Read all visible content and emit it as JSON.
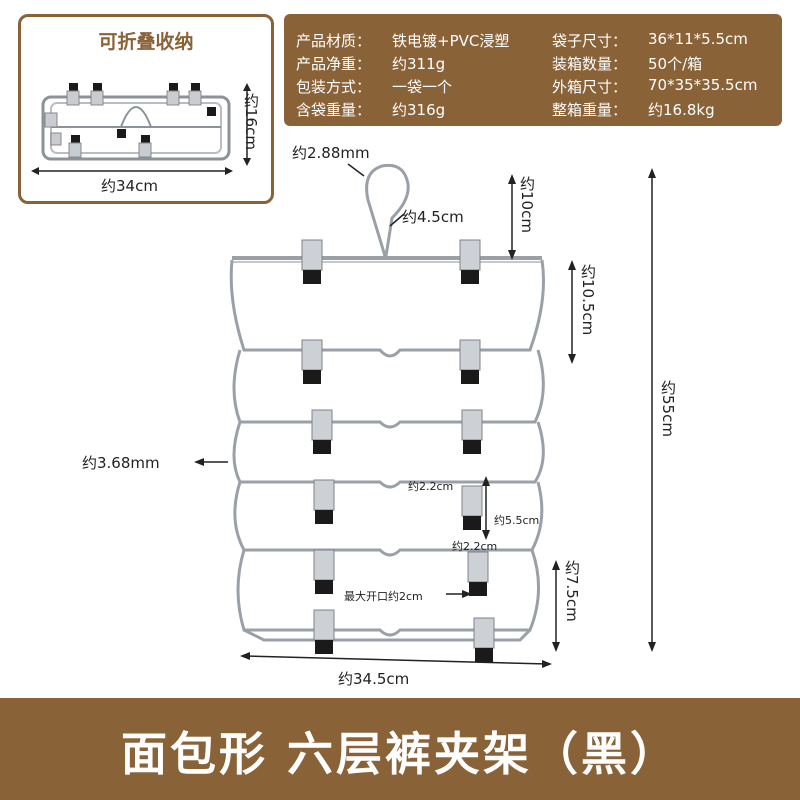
{
  "fold_section": {
    "title": "可折叠收纳",
    "height_label": "约16cm",
    "width_label": "约34cm"
  },
  "specs": [
    {
      "label": "产品材质：",
      "value": "铁电镀+PVC浸塑",
      "label2": "袋子尺寸：",
      "value2": "36*11*5.5cm"
    },
    {
      "label": "产品净重：",
      "value": "约311g",
      "label2": "装箱数量：",
      "value2": "50个/箱"
    },
    {
      "label": "包装方式：",
      "value": "一袋一个",
      "label2": "外箱尺寸：",
      "value2": "70*35*35.5cm"
    },
    {
      "label": "含袋重量：",
      "value": "约316g",
      "label2": "整箱重量：",
      "value2": "约16.8kg"
    }
  ],
  "dimensions": {
    "wire": "约2.88mm",
    "hook": "约4.5cm",
    "hook_height": "约10cm",
    "layer_gap": "约10.5cm",
    "total_height": "约55cm",
    "side_wire": "约3.68mm",
    "clip_width_top": "约2.2cm",
    "clip_height": "约5.5cm",
    "clip_width_bottom": "约2.2cm",
    "max_opening": "最大开口约2cm",
    "bottom_gap": "约7.5cm",
    "total_width": "约34.5cm"
  },
  "banner": {
    "text": "面包形 六层裤夹架（黑）"
  },
  "colors": {
    "brand_brown": "#8a6238",
    "wire": "#9aa0a8",
    "clip_black": "#1a1a1a"
  }
}
